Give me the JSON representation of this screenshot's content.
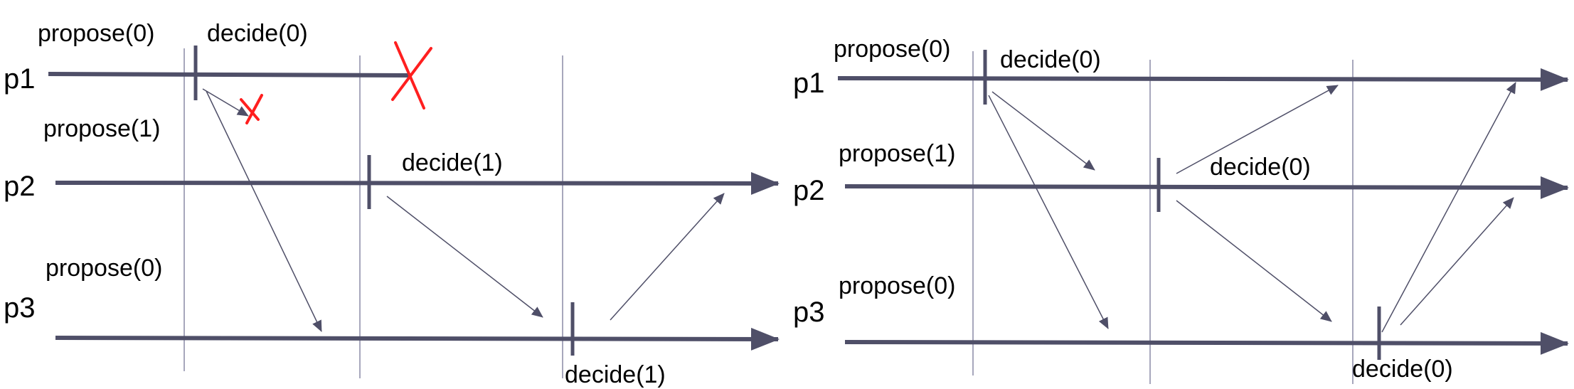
{
  "colors": {
    "line": "#4f4f68",
    "divider": "#8a8aa6",
    "crash": "#ff1f1f",
    "text": "#000000"
  },
  "left": {
    "processes": [
      "p1",
      "p2",
      "p3"
    ],
    "proposals": [
      "propose(0)",
      "propose(1)",
      "propose(0)"
    ],
    "decisions": [
      "decide(0)",
      "decide(1)",
      "decide(1)"
    ],
    "crash_marks": [
      "p1-crash-x",
      "message-lost-x"
    ]
  },
  "right": {
    "processes": [
      "p1",
      "p2",
      "p3"
    ],
    "proposals": [
      "propose(0)",
      "propose(1)",
      "propose(0)"
    ],
    "decisions": [
      "decide(0)",
      "decide(0)",
      "decide(0)"
    ]
  }
}
